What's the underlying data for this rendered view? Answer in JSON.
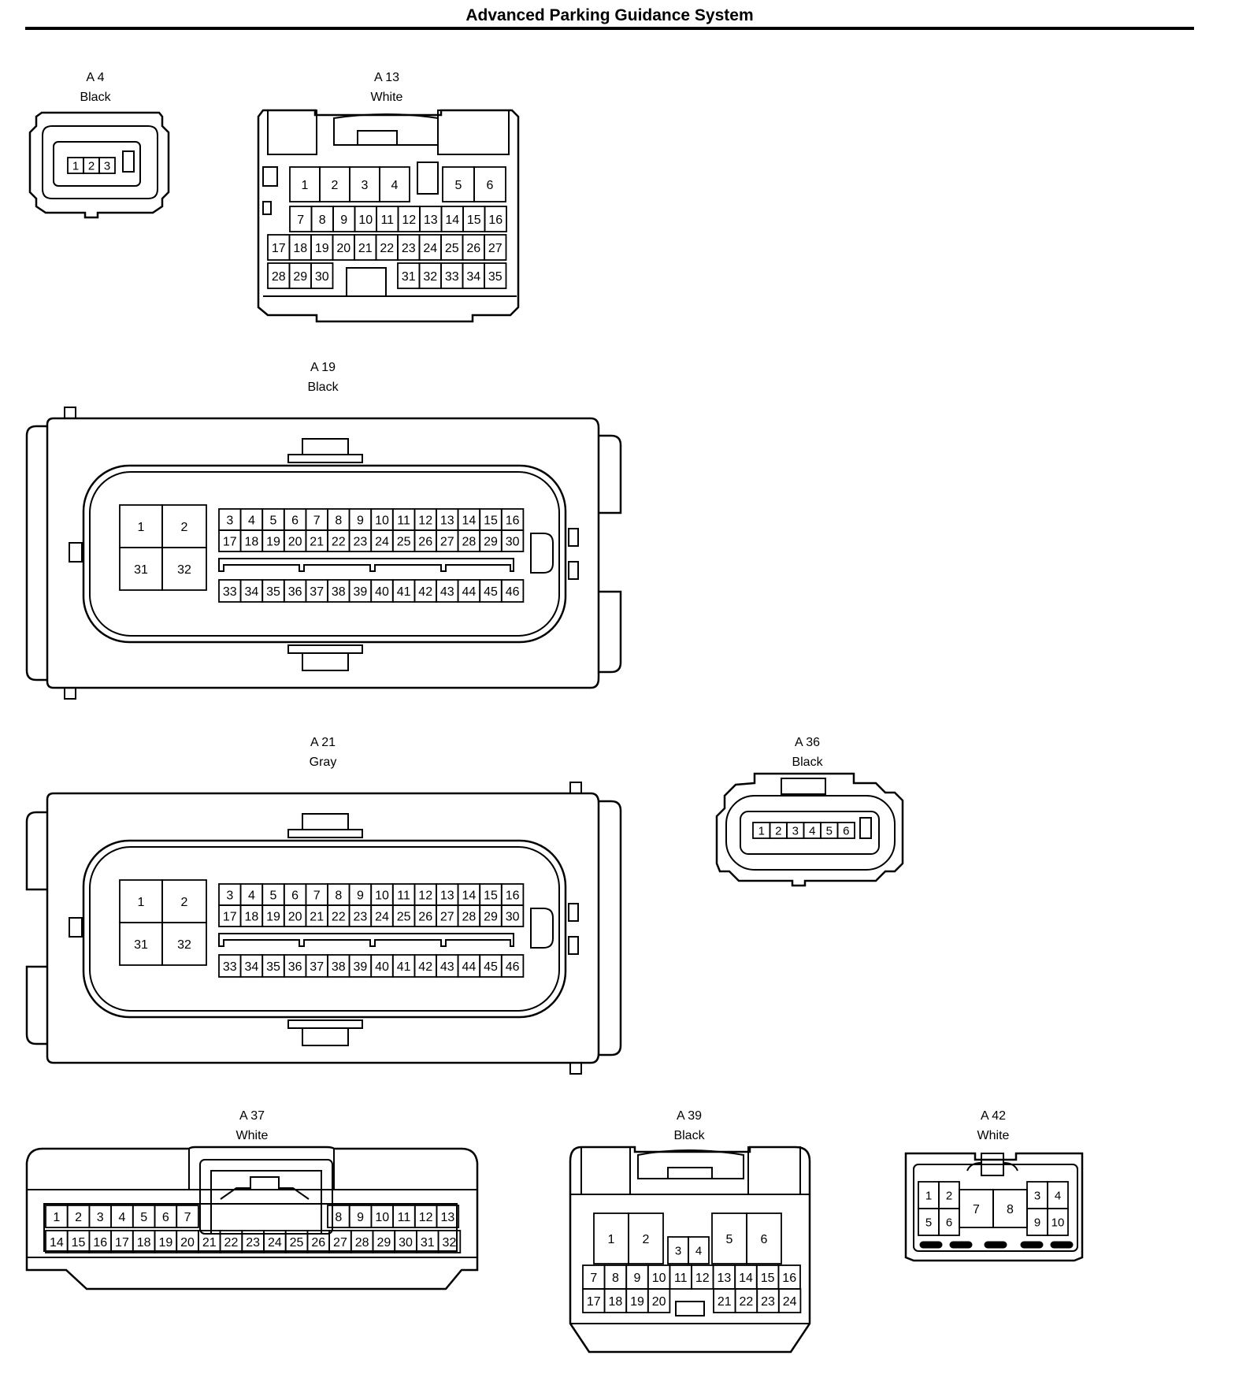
{
  "title": "Advanced Parking Guidance System",
  "connectors": [
    {
      "id": "A4",
      "code": "A 4",
      "color": "Black",
      "pins": [
        "1",
        "2",
        "3"
      ]
    },
    {
      "id": "A13",
      "code": "A 13",
      "color": "White",
      "pins": [
        "1",
        "2",
        "3",
        "4",
        "5",
        "6",
        "7",
        "8",
        "9",
        "10",
        "11",
        "12",
        "13",
        "14",
        "15",
        "16",
        "17",
        "18",
        "19",
        "20",
        "21",
        "22",
        "23",
        "24",
        "25",
        "26",
        "27",
        "28",
        "29",
        "30",
        "31",
        "32",
        "33",
        "34",
        "35"
      ]
    },
    {
      "id": "A19",
      "code": "A 19",
      "color": "Black",
      "pins": [
        "1",
        "2",
        "31",
        "32",
        "3",
        "4",
        "5",
        "6",
        "7",
        "8",
        "9",
        "10",
        "11",
        "12",
        "13",
        "14",
        "15",
        "16",
        "17",
        "18",
        "19",
        "20",
        "21",
        "22",
        "23",
        "24",
        "25",
        "26",
        "27",
        "28",
        "29",
        "30",
        "33",
        "34",
        "35",
        "36",
        "37",
        "38",
        "39",
        "40",
        "41",
        "42",
        "43",
        "44",
        "45",
        "46"
      ]
    },
    {
      "id": "A21",
      "code": "A 21",
      "color": "Gray",
      "pins": [
        "1",
        "2",
        "31",
        "32",
        "3",
        "4",
        "5",
        "6",
        "7",
        "8",
        "9",
        "10",
        "11",
        "12",
        "13",
        "14",
        "15",
        "16",
        "17",
        "18",
        "19",
        "20",
        "21",
        "22",
        "23",
        "24",
        "25",
        "26",
        "27",
        "28",
        "29",
        "30",
        "33",
        "34",
        "35",
        "36",
        "37",
        "38",
        "39",
        "40",
        "41",
        "42",
        "43",
        "44",
        "45",
        "46"
      ]
    },
    {
      "id": "A36",
      "code": "A 36",
      "color": "Black",
      "pins": [
        "1",
        "2",
        "3",
        "4",
        "5",
        "6"
      ]
    },
    {
      "id": "A37",
      "code": "A 37",
      "color": "White",
      "pins": [
        "1",
        "2",
        "3",
        "4",
        "5",
        "6",
        "7",
        "8",
        "9",
        "10",
        "11",
        "12",
        "13",
        "14",
        "15",
        "16",
        "17",
        "18",
        "19",
        "20",
        "21",
        "22",
        "23",
        "24",
        "25",
        "26",
        "27",
        "28",
        "29",
        "30",
        "31",
        "32"
      ]
    },
    {
      "id": "A39",
      "code": "A 39",
      "color": "Black",
      "pins": [
        "1",
        "2",
        "3",
        "4",
        "5",
        "6",
        "7",
        "8",
        "9",
        "10",
        "11",
        "12",
        "13",
        "14",
        "15",
        "16",
        "17",
        "18",
        "19",
        "20",
        "21",
        "22",
        "23",
        "24"
      ]
    },
    {
      "id": "A42",
      "code": "A 42",
      "color": "White",
      "pins": [
        "1",
        "2",
        "3",
        "4",
        "5",
        "6",
        "7",
        "8",
        "9",
        "10"
      ]
    }
  ]
}
